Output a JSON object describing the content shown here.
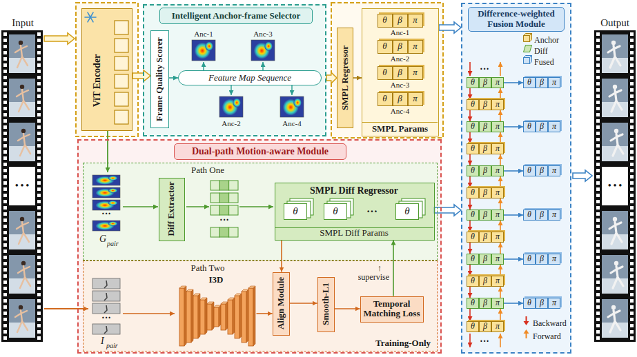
{
  "diagram": {
    "nodes": [
      {
        "text": [
          "ViT Encoder"
        ]
      },
      {
        "text": [
          "Intelligent Anchor-frame Selector"
        ]
      },
      {
        "text": [
          "Frame Quality Scorer"
        ],
        "in": 1
      },
      {
        "text": [
          "Feature Map Sequence"
        ],
        "in": 1
      },
      {
        "text": [
          "SMPL Regressor"
        ]
      },
      {
        "text": [
          "SMPL Params"
        ]
      },
      {
        "text": [
          "θ",
          "β",
          "π",
          "Anc-1"
        ],
        "in": 5
      },
      {
        "text": [
          "θ",
          "β",
          "π",
          "Anc-2"
        ],
        "in": 5
      },
      {
        "text": [
          "θ",
          "β",
          "π",
          "Anc-3"
        ],
        "in": 5
      },
      {
        "text": [
          "θ",
          "β",
          "π",
          "Anc-4"
        ],
        "in": 5
      },
      {
        "text": [
          "Dual-path Motion-aware Module"
        ]
      },
      {
        "text": [
          "Path One"
        ],
        "in": 10
      },
      {
        "text": [
          "Diff Extractor"
        ],
        "in": 11
      },
      {
        "text": [
          "SMPL Diff Regressor",
          "SMPL Diff Params"
        ],
        "in": 11
      },
      {
        "text": [
          "θ"
        ],
        "in": 13
      },
      {
        "text": [
          "θ"
        ],
        "in": 13
      },
      {
        "text": [
          "θ"
        ],
        "in": 13
      },
      {
        "text": [
          "Path Two",
          "Training-Only"
        ],
        "in": 10
      },
      {
        "text": [
          "I3D"
        ],
        "in": 17
      },
      {
        "text": [
          "Align Module"
        ],
        "in": 17
      },
      {
        "text": [
          "Smooth-L1"
        ],
        "in": 17
      },
      {
        "text": [
          "Temporal Matching Loss"
        ],
        "in": 17
      },
      {
        "text": [
          "Difference-weighted Fusion Module"
        ]
      },
      {
        "text": [
          "θ",
          "β",
          "π"
        ],
        "in": 22
      },
      {
        "text": [
          "θ",
          "β",
          "π"
        ],
        "in": 22
      },
      {
        "text": [
          "θ",
          "β",
          "π"
        ],
        "in": 22
      },
      {
        "text": [
          "θ",
          "β",
          "π"
        ],
        "in": 22
      },
      {
        "text": [
          "θ",
          "β",
          "π"
        ],
        "in": 22
      },
      {
        "text": [
          "θ",
          "β",
          "π"
        ],
        "in": 22
      },
      {
        "text": [
          "θ",
          "β",
          "π"
        ],
        "in": 22
      },
      {
        "text": [
          "θ",
          "β",
          "π"
        ],
        "in": 22
      },
      {
        "text": [
          "θ",
          "β",
          "π"
        ],
        "in": 22
      },
      {
        "text": [
          "θ",
          "β",
          "π"
        ],
        "in": 22
      },
      {
        "text": [
          "θ",
          "β",
          "π"
        ],
        "in": 22
      },
      {
        "text": [
          "θ",
          "β",
          "π"
        ],
        "in": 22
      },
      {
        "text": [
          "θ",
          "β",
          "π"
        ],
        "in": 22
      },
      {
        "text": [
          "θ",
          "β",
          "π"
        ],
        "in": 22
      },
      {
        "text": [
          "θ",
          "β",
          "π"
        ],
        "in": 22
      },
      {
        "text": [
          "θ",
          "β",
          "π"
        ],
        "in": 22
      },
      {
        "text": [
          "θ",
          "β",
          "π"
        ],
        "in": 22
      },
      {
        "text": [
          "θ",
          "β",
          "π"
        ],
        "in": 22
      }
    ],
    "edges": [
      {
        "from": 0,
        "to": 2,
        "arrow": "to"
      },
      {
        "from": 2,
        "to": 3,
        "arrow": "to"
      },
      {
        "from": 1,
        "to": 4,
        "arrow": "to"
      },
      {
        "from": 4,
        "to": 5,
        "arrow": "to"
      },
      {
        "from": 5,
        "to": 22,
        "arrow": "to"
      },
      {
        "from": 13,
        "to": 22,
        "arrow": "to"
      },
      {
        "from": 13,
        "to": 19,
        "arrow": "to"
      },
      {
        "from": 18,
        "to": 19,
        "arrow": "to"
      },
      {
        "from": 19,
        "to": 20,
        "arrow": "to"
      },
      {
        "from": 20,
        "to": 21,
        "arrow": "to"
      },
      {
        "from": 21,
        "to": 13,
        "arrow": "to"
      },
      {
        "from": 23,
        "to": 25,
        "arrow": "to"
      },
      {
        "from": 25,
        "to": 23,
        "arrow": "to"
      },
      {
        "from": 25,
        "to": 26,
        "arrow": "to"
      },
      {
        "from": 26,
        "to": 25,
        "arrow": "to"
      },
      {
        "from": 26,
        "to": 28,
        "arrow": "to"
      },
      {
        "from": 28,
        "to": 26,
        "arrow": "to"
      },
      {
        "from": 28,
        "to": 29,
        "arrow": "to"
      },
      {
        "from": 29,
        "to": 28,
        "arrow": "to"
      },
      {
        "from": 29,
        "to": 31,
        "arrow": "to"
      },
      {
        "from": 31,
        "to": 29,
        "arrow": "to"
      },
      {
        "from": 31,
        "to": 32,
        "arrow": "to"
      },
      {
        "from": 32,
        "to": 31,
        "arrow": "to"
      },
      {
        "from": 32,
        "to": 34,
        "arrow": "to"
      },
      {
        "from": 34,
        "to": 32,
        "arrow": "to"
      },
      {
        "from": 34,
        "to": 35,
        "arrow": "to"
      },
      {
        "from": 35,
        "to": 34,
        "arrow": "to"
      },
      {
        "from": 35,
        "to": 37,
        "arrow": "to"
      },
      {
        "from": 37,
        "to": 35,
        "arrow": "to"
      },
      {
        "from": 37,
        "to": 38,
        "arrow": "to"
      },
      {
        "from": 38,
        "to": 37,
        "arrow": "to"
      },
      {
        "from": 38,
        "to": 40,
        "arrow": "to"
      },
      {
        "from": 40,
        "to": 38,
        "arrow": "to"
      },
      {
        "from": 23,
        "to": 24,
        "arrow": "to"
      },
      {
        "from": 26,
        "to": 27,
        "arrow": "to"
      },
      {
        "from": 29,
        "to": 30,
        "arrow": "to"
      },
      {
        "from": 32,
        "to": 33,
        "arrow": "to"
      },
      {
        "from": 35,
        "to": 36,
        "arrow": "to"
      },
      {
        "from": 38,
        "to": 39,
        "arrow": "to"
      }
    ],
    "labels": [
      "Input",
      "Output",
      "• • •",
      "• • •",
      "Anc-1",
      "Anc-3",
      "Anc-2",
      "Anc-4",
      "G",
      "pair",
      "···",
      "···",
      "···",
      "I",
      "pair",
      "···",
      "↑",
      "supervise",
      "···",
      "···"
    ],
    "legend": [
      {
        "text": "Anchor"
      },
      {
        "text": "Diff"
      },
      {
        "text": "Fused"
      },
      {
        "text": "Backward"
      },
      {
        "text": "Forward"
      }
    ]
  }
}
